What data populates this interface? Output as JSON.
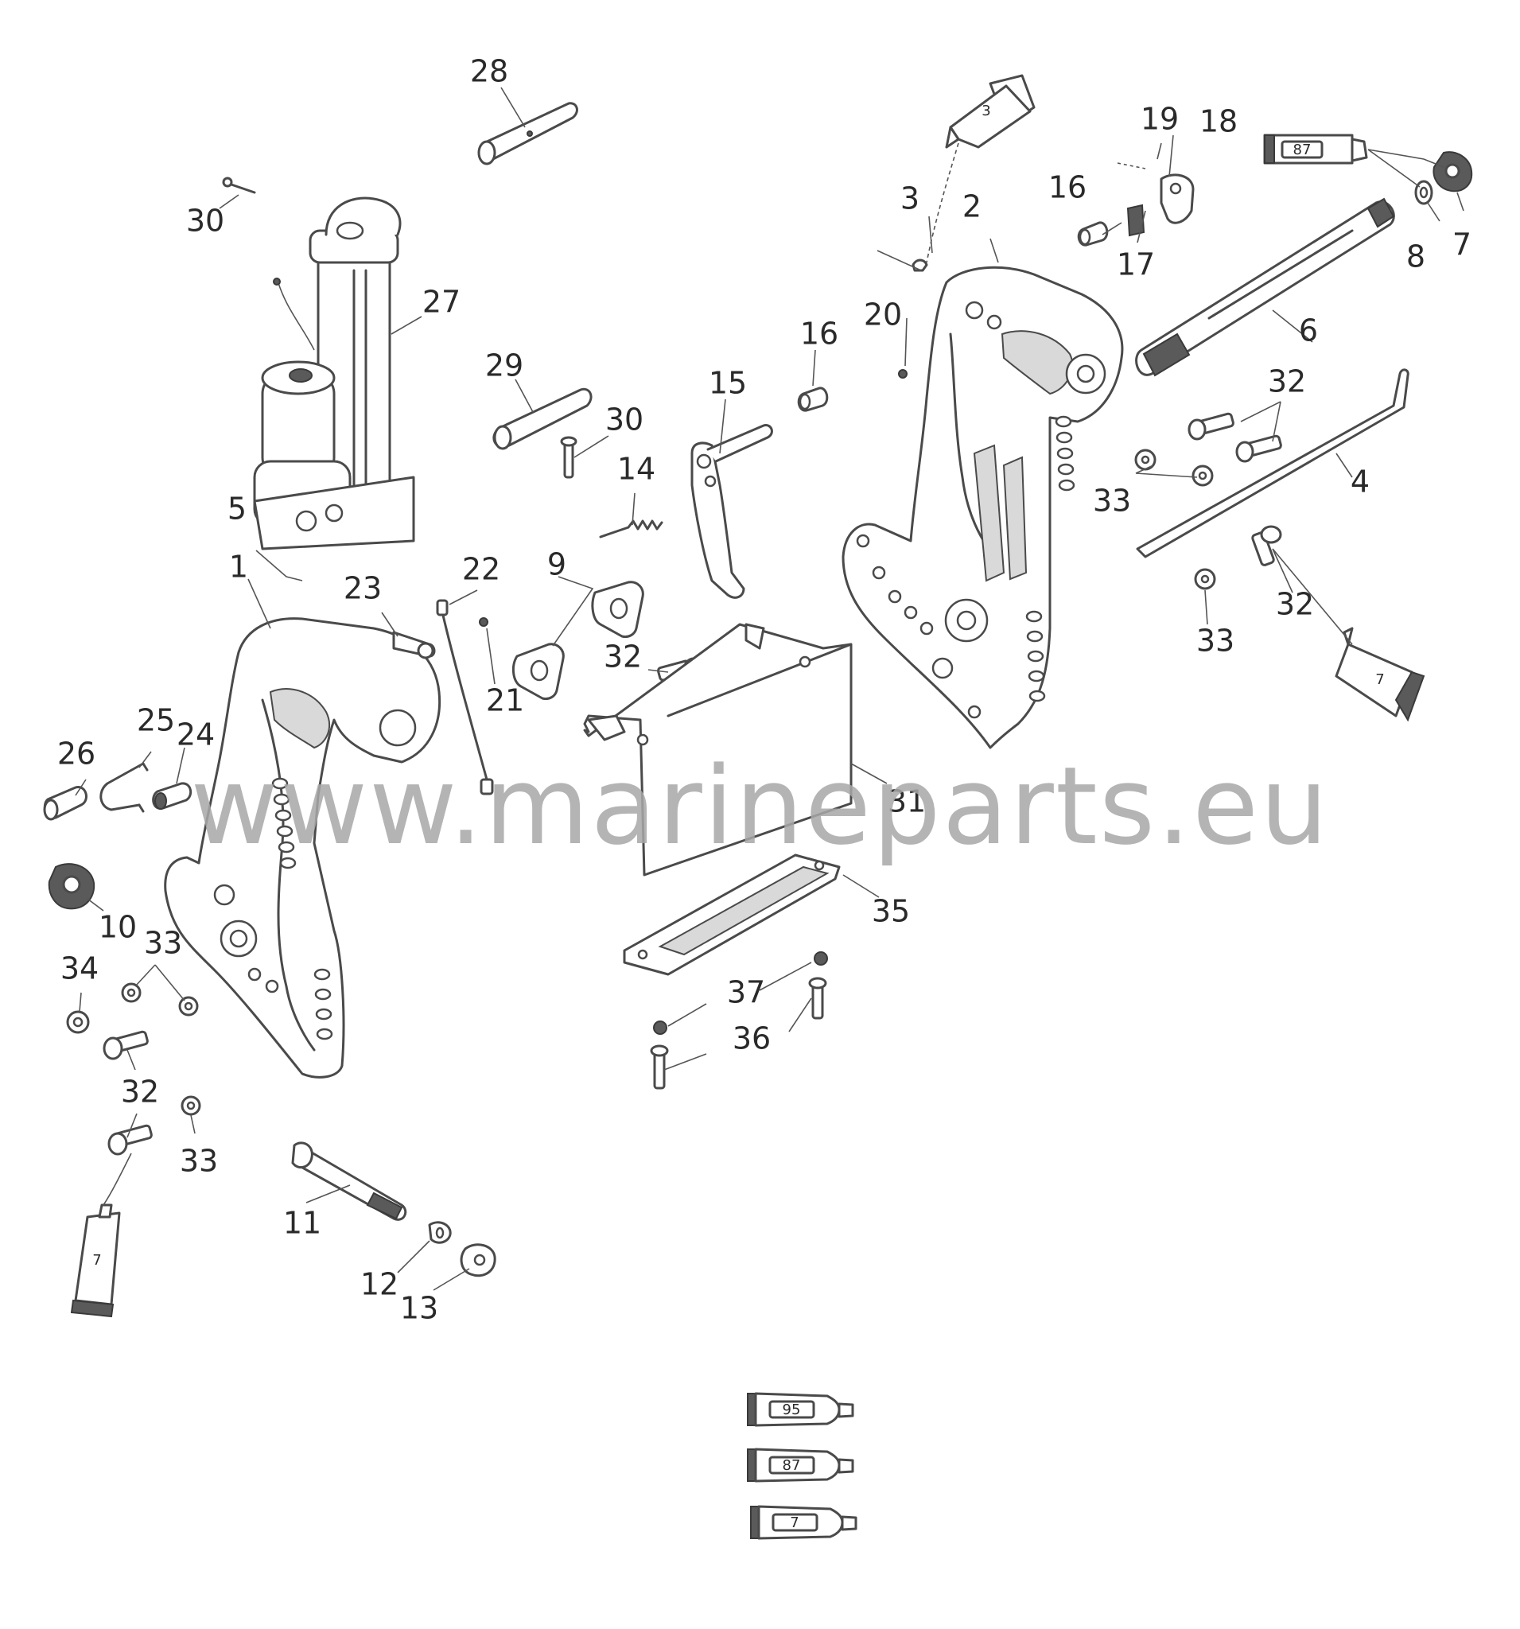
{
  "watermark": "www.marineparts.eu",
  "callouts": [
    {
      "id": "c1",
      "label": "1"
    },
    {
      "id": "c2",
      "label": "2"
    },
    {
      "id": "c3",
      "label": "3"
    },
    {
      "id": "c4",
      "label": "4"
    },
    {
      "id": "c5",
      "label": "5"
    },
    {
      "id": "c6",
      "label": "6"
    },
    {
      "id": "c7",
      "label": "7"
    },
    {
      "id": "c8",
      "label": "8"
    },
    {
      "id": "c9",
      "label": "9"
    },
    {
      "id": "c10",
      "label": "10"
    },
    {
      "id": "c11",
      "label": "11"
    },
    {
      "id": "c12",
      "label": "12"
    },
    {
      "id": "c13",
      "label": "13"
    },
    {
      "id": "c14",
      "label": "14"
    },
    {
      "id": "c15",
      "label": "15"
    },
    {
      "id": "c16a",
      "label": "16"
    },
    {
      "id": "c16b",
      "label": "16"
    },
    {
      "id": "c17",
      "label": "17"
    },
    {
      "id": "c18",
      "label": "18"
    },
    {
      "id": "c19",
      "label": "19"
    },
    {
      "id": "c20",
      "label": "20"
    },
    {
      "id": "c21",
      "label": "21"
    },
    {
      "id": "c22",
      "label": "22"
    },
    {
      "id": "c23",
      "label": "23"
    },
    {
      "id": "c24",
      "label": "24"
    },
    {
      "id": "c25",
      "label": "25"
    },
    {
      "id": "c26",
      "label": "26"
    },
    {
      "id": "c27",
      "label": "27"
    },
    {
      "id": "c28",
      "label": "28"
    },
    {
      "id": "c29",
      "label": "29"
    },
    {
      "id": "c30a",
      "label": "30"
    },
    {
      "id": "c30b",
      "label": "30"
    },
    {
      "id": "c31",
      "label": "31"
    },
    {
      "id": "c32a",
      "label": "32"
    },
    {
      "id": "c32b",
      "label": "32"
    },
    {
      "id": "c32c",
      "label": "32"
    },
    {
      "id": "c32d",
      "label": "32"
    },
    {
      "id": "c33a",
      "label": "33"
    },
    {
      "id": "c33b",
      "label": "33"
    },
    {
      "id": "c33c",
      "label": "33"
    },
    {
      "id": "c33d",
      "label": "33"
    },
    {
      "id": "c34",
      "label": "34"
    },
    {
      "id": "c35",
      "label": "35"
    },
    {
      "id": "c36",
      "label": "36"
    },
    {
      "id": "c37",
      "label": "37"
    }
  ],
  "tubes": {
    "tube_87_top": "87",
    "tube_7_right": "7",
    "tube_7_left": "7",
    "tube_3_top": "3",
    "legend_95": "95",
    "legend_87": "87",
    "legend_7": "7"
  }
}
